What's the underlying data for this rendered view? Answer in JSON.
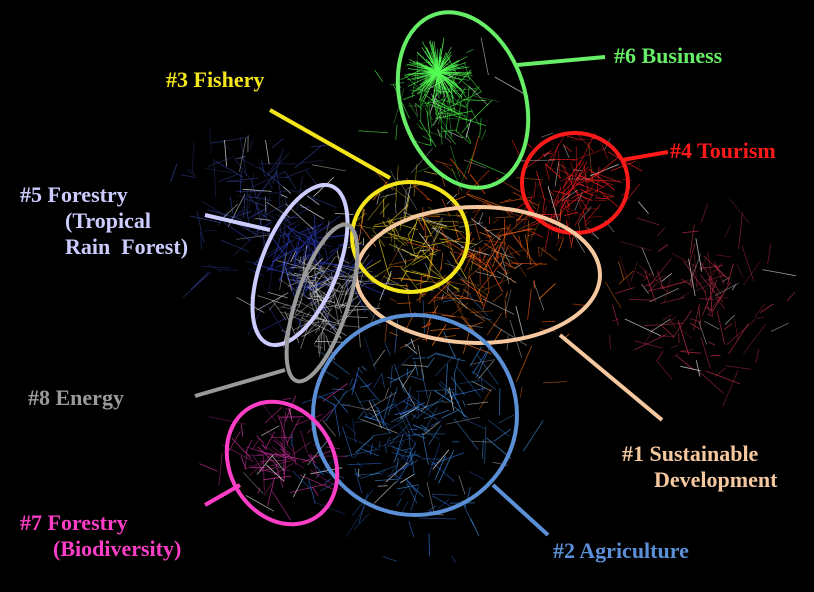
{
  "clusters": [
    {
      "id": "c6",
      "lines": [
        "#6 Business"
      ],
      "color": "#66ee66"
    },
    {
      "id": "c3",
      "lines": [
        "#3 Fishery"
      ],
      "color": "#f5e61a"
    },
    {
      "id": "c4",
      "lines": [
        "#4 Tourism"
      ],
      "color": "#ff1a1a"
    },
    {
      "id": "c5",
      "lines": [
        "#5 Forestry",
        "(Tropical",
        "Rain  Forest)"
      ],
      "color": "#ccccff"
    },
    {
      "id": "c8",
      "lines": [
        "#8 Energy"
      ],
      "color": "#9a9a9a"
    },
    {
      "id": "c1",
      "lines": [
        "#1 Sustainable",
        "Development"
      ],
      "color": "#f5c8a0"
    },
    {
      "id": "c7",
      "lines": [
        "#7 Forestry",
        "(Biodiversity)"
      ],
      "color": "#ff3ec8"
    },
    {
      "id": "c2",
      "lines": [
        "#2 Agriculture"
      ],
      "color": "#5b8fd6"
    }
  ]
}
